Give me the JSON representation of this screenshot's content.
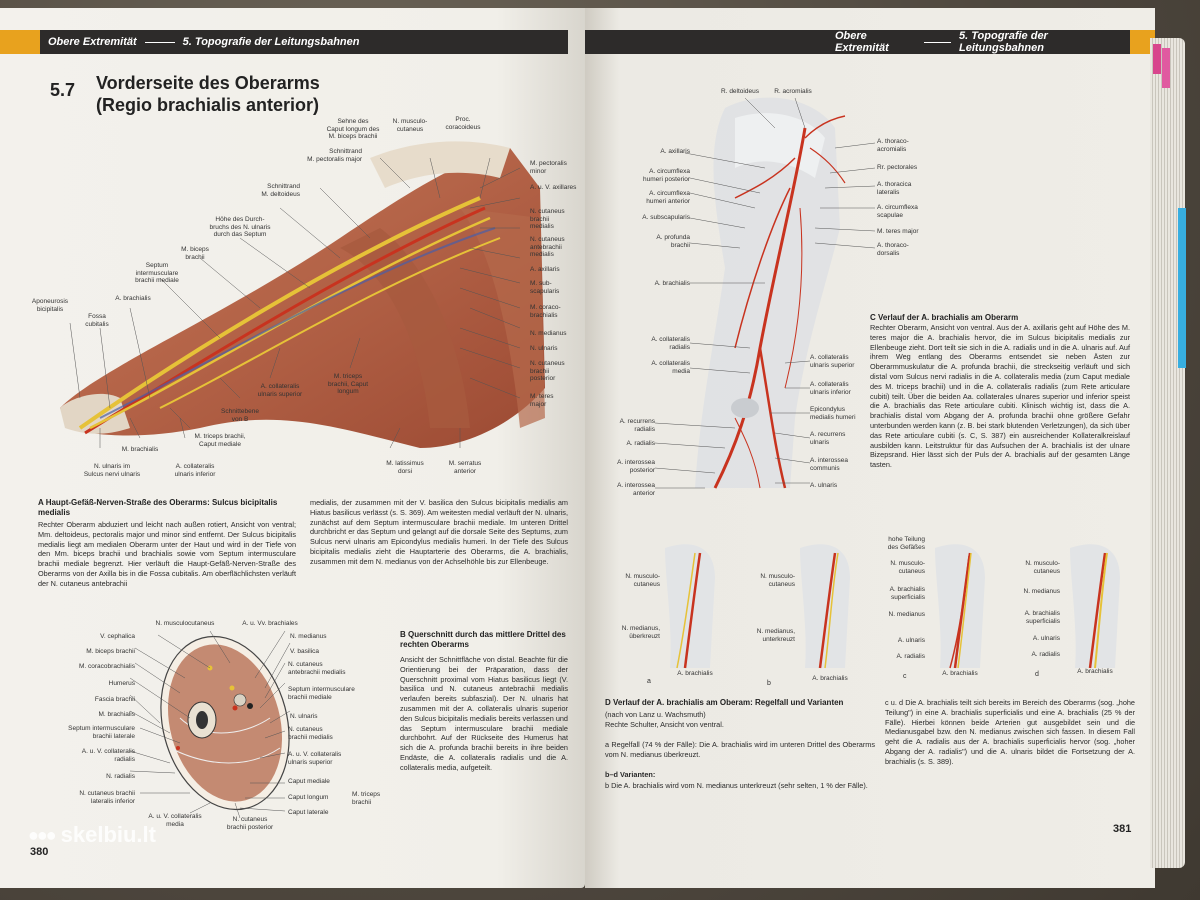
{
  "left_page": {
    "header_left": "Obere Extremität",
    "header_right": "5. Topografie der Leitungsbahnen",
    "section_number": "5.7",
    "section_title_line1": "Vorderseite des Oberarms",
    "section_title_line2": "(Regio brachialis anterior)",
    "figA_labels": {
      "sehne": "Sehne des\nCaput longum des\nM. biceps brachii",
      "musculocutaneus": "N. musculo-\ncutaneus",
      "coracoideus": "Proc.\ncoracoideus",
      "schnitt_pect": "Schnittrand\nM. pectoralis major",
      "schnitt_delt": "Schnittrand\nM. deltoideus",
      "hoehe": "Höhe des Durch-\nbruchs des N. ulnaris\ndurch das Septum",
      "biceps": "M. biceps\nbrachii",
      "septum": "Septum\nintermusculare\nbrachii mediale",
      "aponeurosis": "Aponeurosis\nbicipitalis",
      "fossa": "Fossa\ncubitalis",
      "a_brachialis": "A. brachialis",
      "pect_minor": "M. pectoralis\nminor",
      "vv_axill": "A. u. V. axillares",
      "cut_brachii": "N. cutaneus\nbrachii\nmedialis",
      "cut_antebrachii": "N. cutaneus\nantebrachii\nmedialis",
      "a_axillaris": "A. axillaris",
      "subscap": "M. sub-\nscapularis",
      "coraco": "M. coraco-\nbrachialis",
      "medianus": "N. medianus",
      "ulnaris": "N. ulnaris",
      "cut_post": "N. cutaneus\nbrachii\nposterior",
      "teres": "M. teres\nmajor",
      "collat": "A. collateralis\nulnaris superior",
      "triceps_long": "M. triceps\nbrachii, Caput\nlongum",
      "schnitt_b": "Schnittebene\nvon B",
      "triceps_med": "M. triceps brachii,\nCaput mediale",
      "m_brachialis": "M. brachialis",
      "n_ulnaris_sulcus": "N. ulnaris im\nSulcus nervi ulnaris",
      "collat_inf": "A. collateralis\nulnaris inferior",
      "latissimus": "M. latissimus\ndorsi",
      "serratus": "M. serratus\nanterior"
    },
    "captionA_title": "A  Haupt-Gefäß-Nerven-Straße des Oberarms: Sulcus bicipitalis medialis",
    "captionA_text1": "Rechter Oberarm abduziert und leicht nach außen rotiert, Ansicht von ventral; Mm. deltoideus, pectoralis major und minor sind entfernt. Der Sulcus bicipitalis medialis liegt am medialen Oberarm unter der Haut und wird in der Tiefe von den Mm. biceps brachii und brachialis sowie vom Septum intermusculare brachii mediale begrenzt. Hier verläuft die Haupt-Gefäß-Nerven-Straße des Oberarms von der Axilla bis in die Fossa cubitalis. Am oberflächlichsten verläuft der N. cutaneus antebrachii",
    "captionA_text2": "medialis, der zusammen mit der V. basilica den Sulcus bicipitalis medialis am Hiatus basilicus verlässt (s. S. 369). Am weitesten medial verläuft der N. ulnaris, zunächst auf dem Septum intermusculare brachii mediale. Im unteren Drittel durchbricht er das Septum und gelangt auf die dorsale Seite des Septums, zum Sulcus nervi ulnaris am Epicondylus medialis humeri. In der Tiefe des Sulcus bicipitalis medialis zieht die Hauptarterie des Oberarms, die A. brachialis, zusammen mit dem N. medianus von der Achselhöhle bis zur Ellenbeuge.",
    "figB_labels": {
      "musculocut": "N. musculocutaneus",
      "vv_brach": "A. u. Vv. brachiales",
      "cephalica": "V. cephalica",
      "medianus": "N. medianus",
      "biceps": "M. biceps brachii",
      "basilica": "V. basilica",
      "coraco": "M. coracobrachialis",
      "cut_ante": "N. cutaneus\nantebrachii medialis",
      "humerus": "Humerus",
      "septum_med": "Septum intermusculare\nbrachii mediale",
      "fascia": "Fascia brachii",
      "brachialis": "M. brachialis",
      "ulnaris": "N. ulnaris",
      "septum_lat": "Septum intermusculare\nbrachii laterale",
      "cut_brach_med": "N. cutaneus\nbrachii medialis",
      "collat_rad": "A. u. V. collateralis\nradialis",
      "collat_uln": "A. u. V. collateralis\nulnaris superior",
      "radialis": "N. radialis",
      "cap_med": "Caput mediale",
      "cap_long": "Caput longum",
      "cap_lat": "Caput laterale",
      "triceps": "M. triceps\nbrachii",
      "cut_lat_inf": "N. cutaneus brachii\nlateralis inferior",
      "collat_media": "A. u. V. collateralis\nmedia",
      "cut_post": "N. cutaneus\nbrachii posterior"
    },
    "captionB_title": "B  Querschnitt durch das mittlere Drittel des rechten Oberarms",
    "captionB_text": "Ansicht der Schnittfläche von distal. Beachte für die Orientierung bei der Präparation, dass der Querschnitt proximal vom Hiatus basilicus liegt (V. basilica und N. cutaneus antebrachii medialis verlaufen bereits subfaszial). Der N. ulnaris hat zusammen mit der A. collateralis ulnaris superior den Sulcus bicipitalis medialis bereits verlassen und das Septum intermusculare brachii mediale durchbohrt. Auf der Rückseite des Humerus hat sich die A. profunda brachii bereits in ihre beiden Endäste, die A. collateralis radialis und die A. collateralis media, aufgeteilt.",
    "page_number": "380"
  },
  "right_page": {
    "header_left": "Obere Extremität",
    "header_right": "5. Topografie der Leitungsbahnen",
    "figC_labels": {
      "deltoideus": "R. deltoideus",
      "acromialis": "R. acromialis",
      "axillaris": "A. axillaris",
      "circ_post": "A. circumflexa\nhumeri posterior",
      "circ_ant": "A. circumflexa\nhumeri anterior",
      "subscap": "A. subscapularis",
      "profunda": "A. profunda\nbrachii",
      "brachialis": "A. brachialis",
      "thoraco_acr": "A. thoraco-\nacromialis",
      "pectorales": "Rr. pectorales",
      "thoracica": "A. thoracica\nlateralis",
      "circ_scap": "A. circumflexa\nscapulae",
      "teres": "M. teres major",
      "thoracodors": "A. thoraco-\ndorsalis",
      "collat_rad": "A. collateralis\nradialis",
      "collat_media": "A. collateralis\nmedia",
      "collat_sup": "A. collateralis\nulnaris superior",
      "collat_inf": "A. collateralis\nulnaris inferior",
      "epicondylus": "Epicondylus\nmedialis humeri",
      "recurrens_rad": "A. recurrens\nradialis",
      "radialis": "A. radialis",
      "interossea_post": "A. interossea\nposterior",
      "interossea_ant": "A. interossea\nanterior",
      "recurrens_uln": "A. recurrens\nulnaris",
      "interossea_comm": "A. interossea\ncommunis",
      "ulnaris": "A. ulnaris"
    },
    "captionC_title": "C  Verlauf der A. brachialis am Oberarm",
    "captionC_text": "Rechter Oberarm, Ansicht von ventral. Aus der A. axillaris geht auf Höhe des M. teres major die A. brachialis hervor, die im Sulcus bicipitalis medialis zur Ellenbeuge zieht. Dort teilt sie sich in die A. radialis und in die A. ulnaris auf. Auf ihrem Weg entlang des Oberarms entsendet sie neben Ästen zur Oberarmmuskulatur die A. profunda brachii, die streckseitig verläuft und sich distal vom Sulcus nervi radialis in die A. collateralis media (zum Caput mediale des M. triceps brachii) und in die A. collateralis radialis (zum Rete articulare cubiti) teilt. Über die beiden Aa. collaterales ulnares superior und inferior speist die A. brachialis das Rete articulare cubiti. Klinisch wichtig ist, dass die A. brachialis distal vom Abgang der A. profunda brachii ohne größere Gefahr unterbunden werden kann (z. B. bei stark blutenden Verletzungen), da sich über das Rete articulare cubiti (s. C, S. 387) ein ausreichender Kollateralkreislauf ausbilden kann. Leitstruktur für das Aufsuchen der A. brachialis ist der ulnare Bizepsrand. Hier lässt sich der Puls der A. brachialis auf der gesamten Länge tasten.",
    "figD": {
      "a": {
        "letter": "a",
        "l1": "N. musculo-\ncutaneus",
        "l2": "N. medianus,\nüberkreuzt",
        "l3": "A. brachialis"
      },
      "b": {
        "letter": "b",
        "l1": "N. musculo-\ncutaneus",
        "l2": "N. medianus,\nunterkreuzt",
        "l3": "A. brachialis"
      },
      "c": {
        "letter": "c",
        "l0": "hohe Teilung\ndes Gefäßes",
        "l1": "N. musculo-\ncutaneus",
        "l2": "A. brachialis\nsuperficialis",
        "l3": "N. medianus",
        "l4": "A. ulnaris",
        "l5": "A. radialis",
        "l6": "A. brachialis"
      },
      "d": {
        "letter": "d",
        "l1": "N. musculo-\ncutaneus",
        "l2": "N. medianus",
        "l3": "A. brachialis\nsuperficialis",
        "l4": "A. ulnaris",
        "l5": "A. radialis",
        "l6": "A. brachialis"
      }
    },
    "captionD_title": "D  Verlauf der A. brachialis am Oberam: Regelfall und Varianten",
    "captionD_sub": "(nach von Lanz u. Wachsmuth)\nRechte Schulter, Ansicht von ventral.",
    "captionD_a": "a  Regelfall (74 % der Fälle): Die A. brachialis wird im unteren Drittel des Oberarms vom N. medianus überkreuzt.",
    "captionD_bd": "b–d Varianten:",
    "captionD_b": "b  Die A. brachialis wird vom N. medianus unterkreuzt (sehr selten, 1 % der Fälle).",
    "captionD_cd": "c u. d  Die A. brachialis teilt sich bereits im Bereich des Oberarms (sog. „hohe Teilung\") in eine A. brachialis superficialis und eine A. brachialis (25 % der Fälle). Hierbei können beide Arterien gut ausgebildet sein und die Medianusgabel bzw. den N. medianus zwischen sich fassen. In diesem Fall geht die A. radialis aus der A. brachialis superficialis hervor (sog. „hoher Abgang der A. radialis\") und die A. ulnaris bildet die Fortsetzung der A. brachialis (s. S. 389).",
    "page_number": "381"
  },
  "watermark": "skelbiu.lt",
  "colors": {
    "header_dark": "#2d2b2a",
    "accent": "#e8a21e",
    "muscle": "#b8674a",
    "artery": "#c8331f",
    "nerve": "#e6c238"
  }
}
